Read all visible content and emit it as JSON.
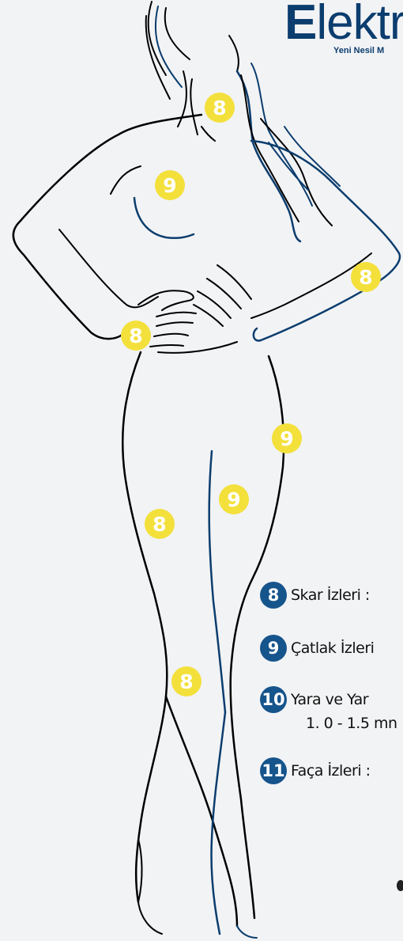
{
  "logo": {
    "text_lead": "E",
    "text_rest": "lektr",
    "subtitle": "Yeni Nesil M"
  },
  "markers": [
    "8",
    "9",
    "8",
    "8",
    "9",
    "9",
    "8",
    "8"
  ],
  "legend": [
    {
      "number": "8",
      "text": "Skar İzleri : "
    },
    {
      "number": "9",
      "text": "Çatlak İzleri"
    },
    {
      "number": "10",
      "text": "Yara ve Yar",
      "text2": "1. 0 - 1.5 mn"
    },
    {
      "number": "11",
      "text": "Faça İzleri  :"
    }
  ],
  "colors": {
    "background": "#f2f3f5",
    "marker_fill": "#f3e03b",
    "marker_text": "#ffffff",
    "legend_badge": "#16548c",
    "outline_dark": "#000000",
    "outline_blue": "#0b3d6e",
    "logo": "#0b3d6e"
  }
}
